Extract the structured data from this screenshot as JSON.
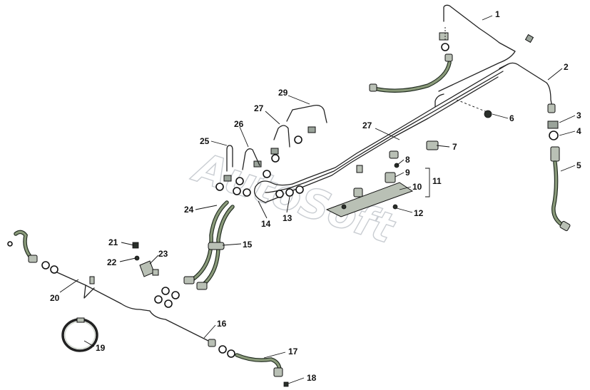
{
  "watermark": "AutoSoft",
  "callouts": [
    {
      "id": "1",
      "label": "1"
    },
    {
      "id": "2",
      "label": "2"
    },
    {
      "id": "3",
      "label": "3"
    },
    {
      "id": "4",
      "label": "4"
    },
    {
      "id": "5",
      "label": "5"
    },
    {
      "id": "6",
      "label": "6"
    },
    {
      "id": "7",
      "label": "7"
    },
    {
      "id": "8",
      "label": "8"
    },
    {
      "id": "9",
      "label": "9"
    },
    {
      "id": "10",
      "label": "10"
    },
    {
      "id": "11",
      "label": "11"
    },
    {
      "id": "12",
      "label": "12"
    },
    {
      "id": "13",
      "label": "13"
    },
    {
      "id": "14",
      "label": "14"
    },
    {
      "id": "15",
      "label": "15"
    },
    {
      "id": "16",
      "label": "16"
    },
    {
      "id": "17",
      "label": "17"
    },
    {
      "id": "18",
      "label": "18"
    },
    {
      "id": "19",
      "label": "19"
    },
    {
      "id": "20",
      "label": "20"
    },
    {
      "id": "21",
      "label": "21"
    },
    {
      "id": "22",
      "label": "22"
    },
    {
      "id": "23",
      "label": "23"
    },
    {
      "id": "24",
      "label": "24"
    },
    {
      "id": "25",
      "label": "25"
    },
    {
      "id": "26",
      "label": "26"
    },
    {
      "id": "27a",
      "label": "27"
    },
    {
      "id": "27b",
      "label": "27"
    },
    {
      "id": "29",
      "label": "29"
    }
  ]
}
